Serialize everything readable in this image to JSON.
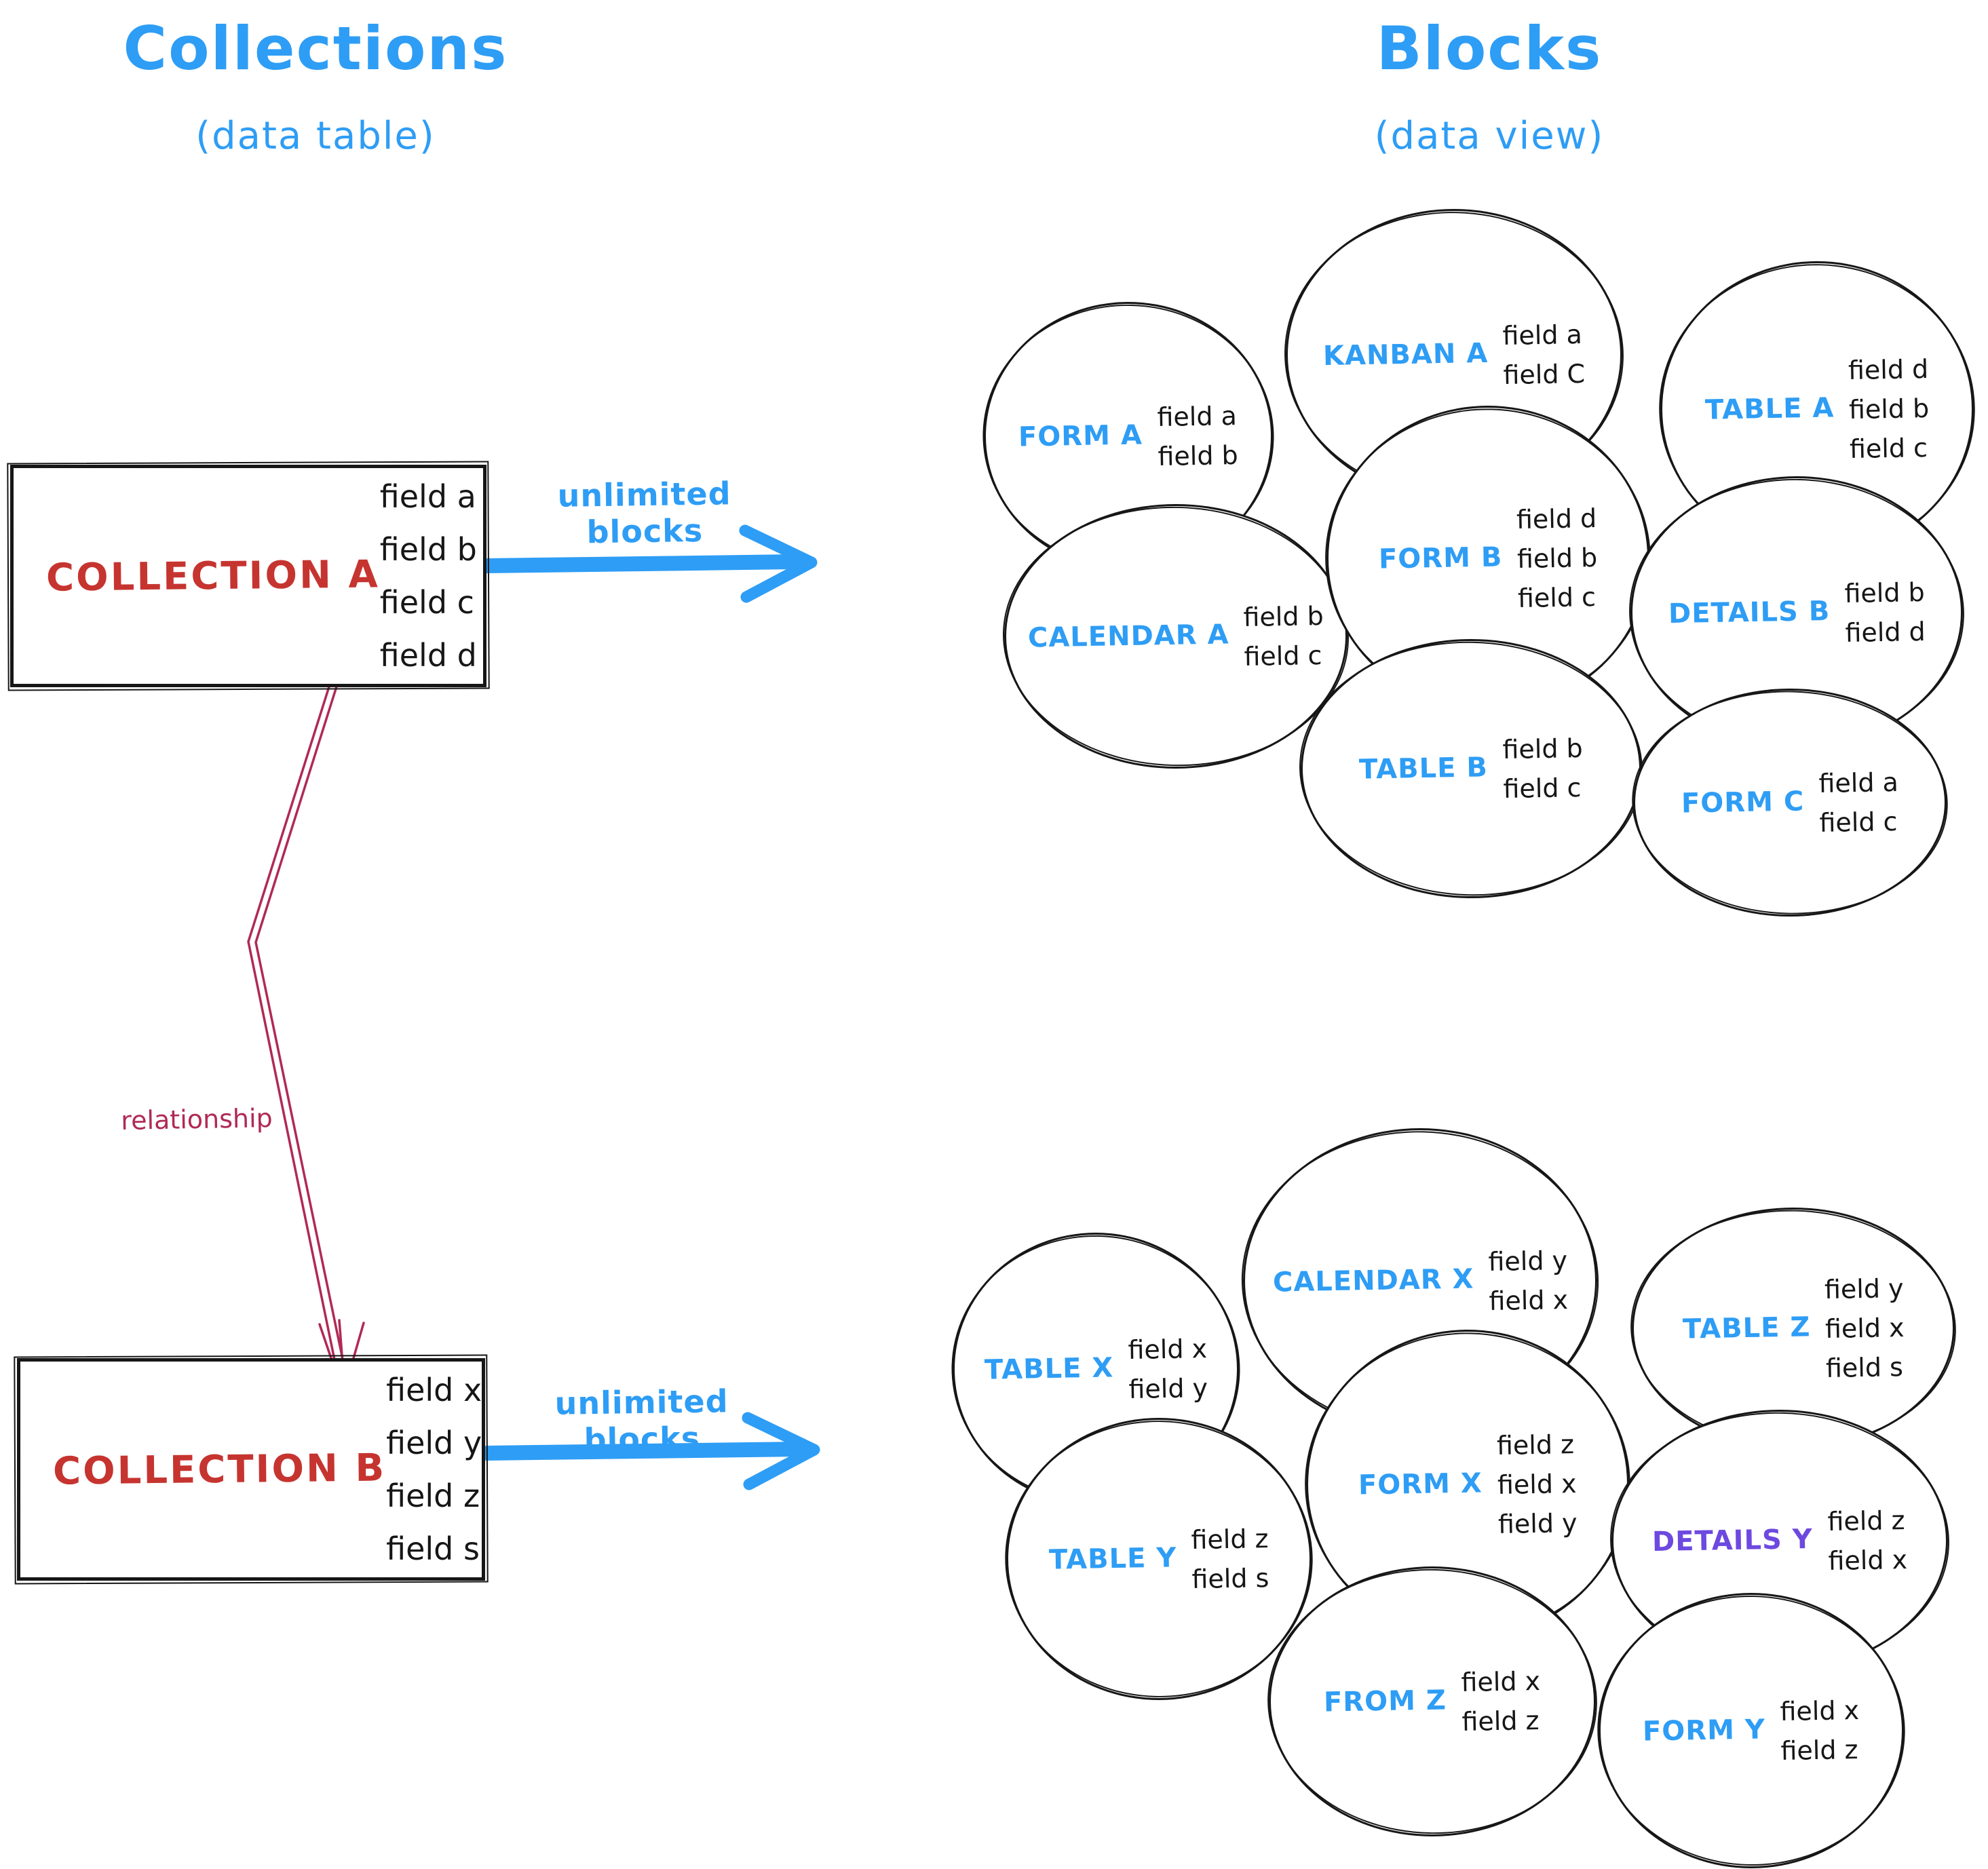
{
  "header": {
    "left_title": "Collections",
    "left_subtitle": "(data table)",
    "right_title": "Blocks",
    "right_subtitle": "(data view)"
  },
  "collections": [
    {
      "name": "COLLECTION A",
      "fields": [
        "field a",
        "field b",
        "field c",
        "field d"
      ]
    },
    {
      "name": "COLLECTION B",
      "fields": [
        "field x",
        "field y",
        "field z",
        "field s"
      ]
    }
  ],
  "arrows": {
    "top_label": "unlimited blocks",
    "bottom_label": "unlimited blocks",
    "relationship_label": "relationship"
  },
  "blocks": {
    "cluster_a": [
      {
        "name": "FORM A",
        "fields": [
          "field a",
          "field b"
        ]
      },
      {
        "name": "KANBAN A",
        "fields": [
          "field a",
          "field C"
        ]
      },
      {
        "name": "TABLE A",
        "fields": [
          "field d",
          "field b",
          "field c"
        ]
      },
      {
        "name": "CALENDAR A",
        "fields": [
          "field b",
          "field c"
        ]
      },
      {
        "name": "FORM B",
        "fields": [
          "field d",
          "field b",
          "field c"
        ]
      },
      {
        "name": "DETAILS B",
        "fields": [
          "field b",
          "field d"
        ]
      },
      {
        "name": "TABLE B",
        "fields": [
          "field b",
          "field c"
        ]
      },
      {
        "name": "FORM C",
        "fields": [
          "field a",
          "field c"
        ]
      }
    ],
    "cluster_b": [
      {
        "name": "TABLE X",
        "fields": [
          "field x",
          "field y"
        ]
      },
      {
        "name": "CALENDAR X",
        "fields": [
          "field y",
          "field x"
        ]
      },
      {
        "name": "TABLE Z",
        "fields": [
          "field y",
          "field x",
          "field s"
        ]
      },
      {
        "name": "TABLE Y",
        "fields": [
          "field z",
          "field s"
        ]
      },
      {
        "name": "FORM X",
        "fields": [
          "field z",
          "field x",
          "field y"
        ]
      },
      {
        "name": "DETAILS Y",
        "fields": [
          "field z",
          "field x"
        ]
      },
      {
        "name": "FROM Z",
        "fields": [
          "field x",
          "field z"
        ]
      },
      {
        "name": "FORM Y",
        "fields": [
          "field x",
          "field z"
        ]
      }
    ]
  },
  "colors": {
    "blue": "#2e9df5",
    "red": "#c63430",
    "crimson": "#b02a55",
    "purple": "#6d49e0",
    "ink": "#161616"
  }
}
